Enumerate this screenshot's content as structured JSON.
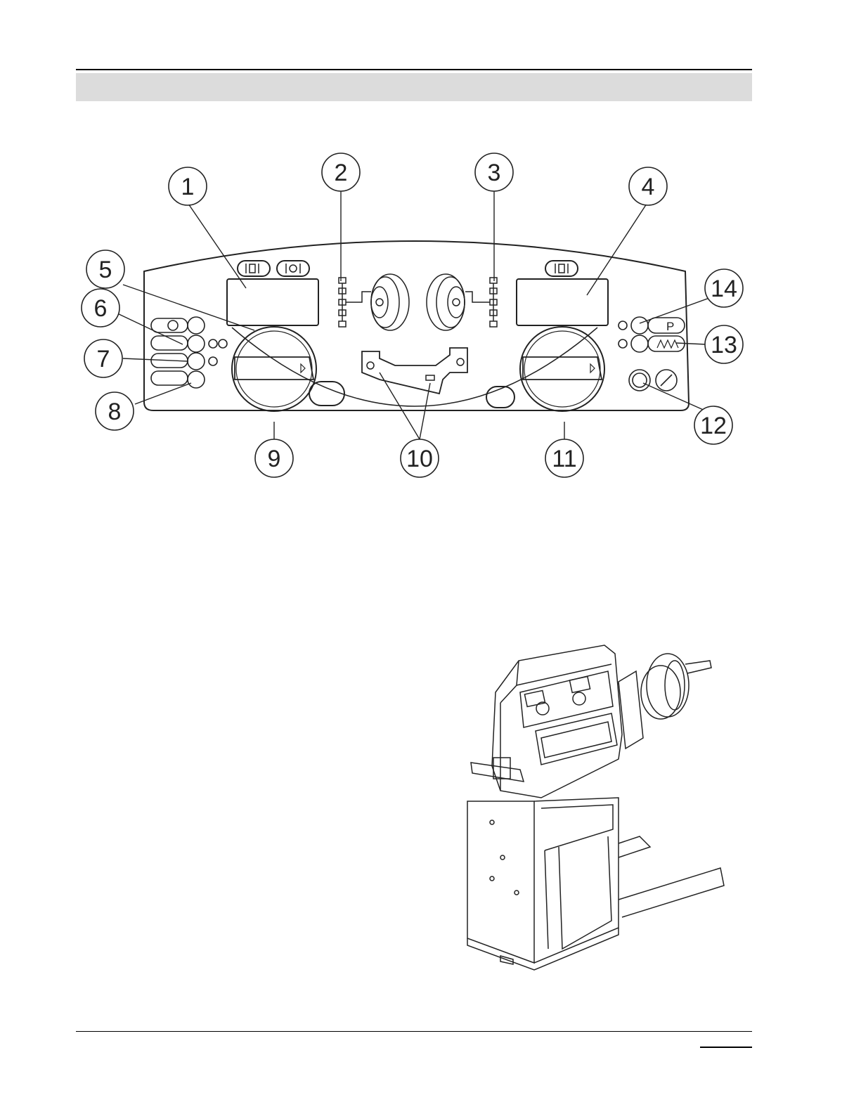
{
  "callouts": [
    {
      "label": "1"
    },
    {
      "label": "2"
    },
    {
      "label": "3"
    },
    {
      "label": "4"
    },
    {
      "label": "5"
    },
    {
      "label": "6"
    },
    {
      "label": "7"
    },
    {
      "label": "8"
    },
    {
      "label": "9"
    },
    {
      "label": "10"
    },
    {
      "label": "11"
    },
    {
      "label": "12"
    },
    {
      "label": "13"
    },
    {
      "label": "14"
    }
  ],
  "panel": {
    "p_button_label": "P"
  },
  "colors": {
    "line": "#222222",
    "header_band": "#dcdcdc"
  }
}
